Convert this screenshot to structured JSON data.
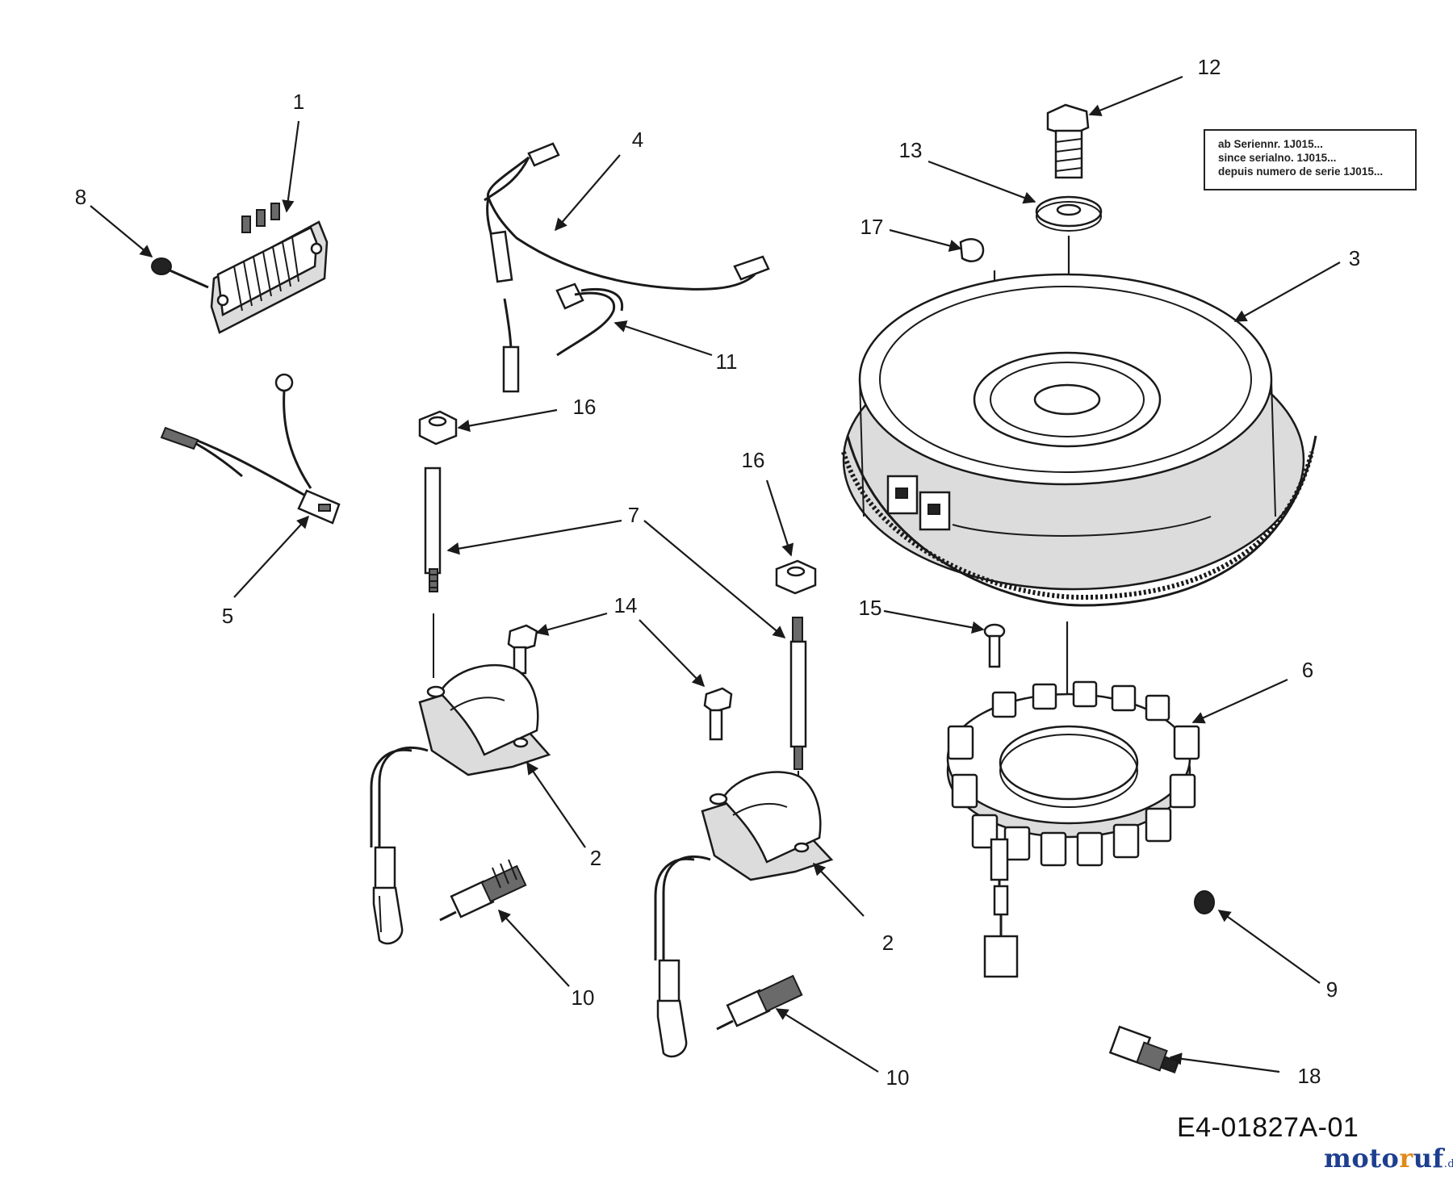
{
  "callouts": [
    {
      "id": "1",
      "text": "1"
    },
    {
      "id": "2a",
      "text": "2"
    },
    {
      "id": "2b",
      "text": "2"
    },
    {
      "id": "3",
      "text": "3"
    },
    {
      "id": "4",
      "text": "4"
    },
    {
      "id": "5",
      "text": "5"
    },
    {
      "id": "6",
      "text": "6"
    },
    {
      "id": "7",
      "text": "7"
    },
    {
      "id": "8",
      "text": "8"
    },
    {
      "id": "9",
      "text": "9"
    },
    {
      "id": "10a",
      "text": "10"
    },
    {
      "id": "10b",
      "text": "10"
    },
    {
      "id": "11",
      "text": "11"
    },
    {
      "id": "12",
      "text": "12"
    },
    {
      "id": "13",
      "text": "13"
    },
    {
      "id": "14",
      "text": "14"
    },
    {
      "id": "15",
      "text": "15"
    },
    {
      "id": "16a",
      "text": "16"
    },
    {
      "id": "16b",
      "text": "16"
    },
    {
      "id": "17",
      "text": "17"
    },
    {
      "id": "18",
      "text": "18"
    }
  ],
  "serial_note": {
    "line1": "ab Seriennr. 1J015...",
    "line2": "since serialno. 1J015...",
    "line3": "depuis numero de serie 1J015..."
  },
  "diagram_code": "E4-01827A-01",
  "watermark": {
    "name_main": "moto",
    "name_accent": "r",
    "name_tail": "uf",
    "suffix": ".de"
  }
}
